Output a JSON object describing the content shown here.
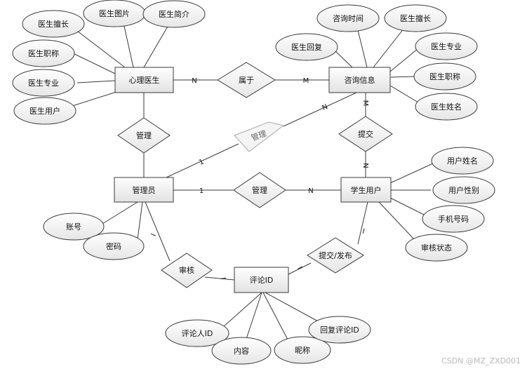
{
  "entities": {
    "doctor": "心理医生",
    "consult": "咨询信息",
    "admin": "管理员",
    "student": "学生用户",
    "comment": "评论ID"
  },
  "relationships": {
    "belongs": "属于",
    "manage_doctor": "管理",
    "manage_consult": "管理",
    "manage_student": "管理",
    "submit": "提交",
    "review": "审核",
    "submit_publish": "提交/发布"
  },
  "attributes": {
    "doctor_specialty_top": "医生擅长",
    "doctor_photo": "医生图片",
    "doctor_intro": "医生简介",
    "doctor_title": "医生职称",
    "doctor_major": "医生专业",
    "doctor_user": "医生用户",
    "consult_time": "咨询时间",
    "consult_doctor_specialty": "医生擅长",
    "consult_doctor_reply": "医生回复",
    "consult_doctor_major": "医生专业",
    "consult_doctor_title": "医生职称",
    "consult_doctor_name": "医生姓名",
    "admin_account": "账号",
    "admin_password": "密码",
    "user_name": "用户姓名",
    "user_gender": "用户性别",
    "user_phone": "手机号码",
    "user_review_status": "审核状态",
    "commenter_id": "评论人ID",
    "comment_content": "内容",
    "comment_nickname": "昵称",
    "reply_comment_id": "回复评论ID"
  },
  "cardinalities": {
    "doctor_belongs": "N",
    "belongs_consult": "M",
    "consult_submit": "M",
    "submit_student": "N",
    "admin_manage_consult": "1",
    "manage_consult_end": "N",
    "admin_manage_student": "1",
    "manage_student_end": "N",
    "admin_review": "I",
    "review_comment": "I",
    "comment_publish": "I",
    "publish_student": "I"
  },
  "watermark": "CSDN @MZ_ZXD001"
}
